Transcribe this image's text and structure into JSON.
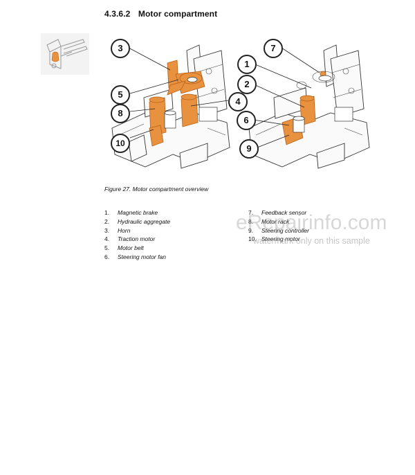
{
  "section": {
    "number": "4.3.6.2",
    "title": "Motor compartment"
  },
  "figure": {
    "caption": "Figure 27. Motor compartment overview",
    "callouts_left": [
      "3",
      "5",
      "8",
      "10",
      "4"
    ],
    "callouts_right": [
      "7",
      "1",
      "2",
      "6",
      "9"
    ]
  },
  "legend": {
    "left": [
      {
        "n": "1.",
        "label": "Magnetic brake"
      },
      {
        "n": "2.",
        "label": "Hydraulic aggregate"
      },
      {
        "n": "3.",
        "label": "Horn"
      },
      {
        "n": "4.",
        "label": "Traction motor"
      },
      {
        "n": "5.",
        "label": "Motor belt"
      },
      {
        "n": "6.",
        "label": "Steering motor fan"
      }
    ],
    "right": [
      {
        "n": "7.",
        "label": "Feedback sensor"
      },
      {
        "n": "8.",
        "label": "Motor rack"
      },
      {
        "n": "9.",
        "label": "Steering controller"
      },
      {
        "n": "10.",
        "label": "Steering motor"
      }
    ]
  },
  "watermark": {
    "site": "eRepairinfo.com",
    "note": "watermark only on this sample"
  },
  "colors": {
    "highlight": "#e8913f",
    "line": "#222222"
  }
}
